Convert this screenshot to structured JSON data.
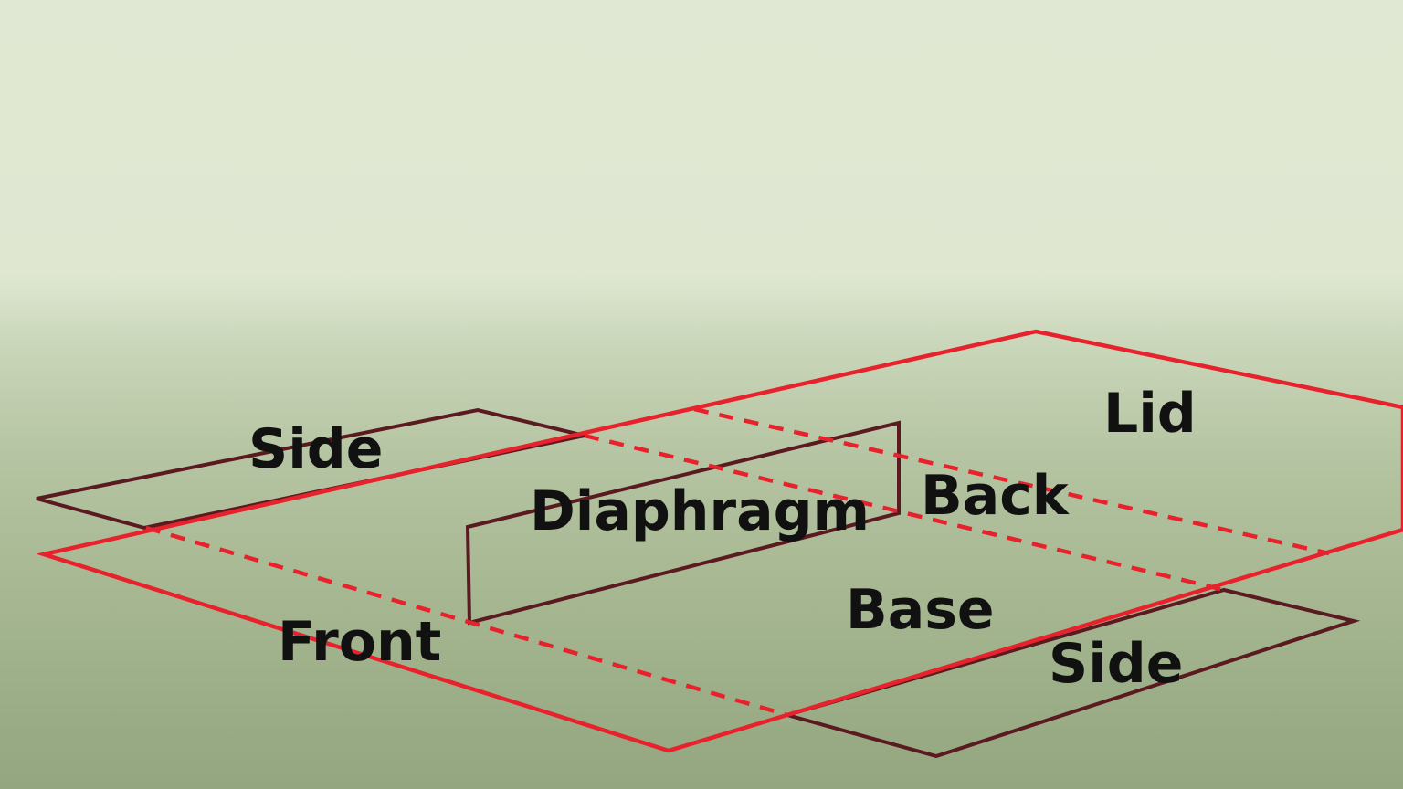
{
  "labels": {
    "lid": "Lid",
    "side_left": "Side",
    "back": "Back",
    "diaphragm": "Diaphragm",
    "base": "Base",
    "front": "Front",
    "side_right": "Side"
  },
  "colors": {
    "outline_red": "#e8222d",
    "outline_dark": "#5a1a1f",
    "fold_dashed": "#e8222d",
    "text": "#111111"
  }
}
